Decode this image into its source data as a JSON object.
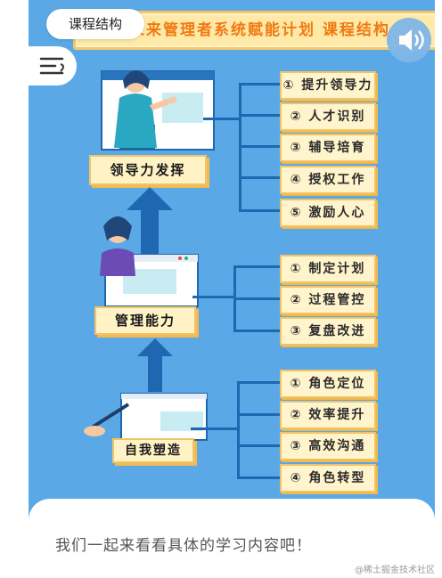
{
  "header": {
    "chip_label": "课程结构",
    "banner_title": "未来管理者系统赋能计划 课程结构"
  },
  "levels": [
    {
      "label": "领导力发挥",
      "items": [
        "① 提升领导力",
        "② 人才识别",
        "③ 辅导培育",
        "④ 授权工作",
        "⑤ 激励人心"
      ]
    },
    {
      "label": "管理能力",
      "items": [
        "① 制定计划",
        "② 过程管控",
        "③ 复盘改进"
      ]
    },
    {
      "label": "自我塑造",
      "items": [
        "① 角色定位",
        "② 效率提升",
        "③ 高效沟通",
        "④ 角色转型"
      ]
    }
  ],
  "footer": {
    "message": "我们一起来看看具体的学习内容吧！",
    "watermark": "@稀土掘金技术社区"
  },
  "colors": {
    "poster_bg": "#5aa9e6",
    "connector": "#1f67b0",
    "item_fill": "#fff4cc",
    "item_border": "#f2c366",
    "banner_text": "#ef7a12"
  },
  "icons": {
    "menu": "menu-lines-icon",
    "sound": "speaker-icon"
  }
}
